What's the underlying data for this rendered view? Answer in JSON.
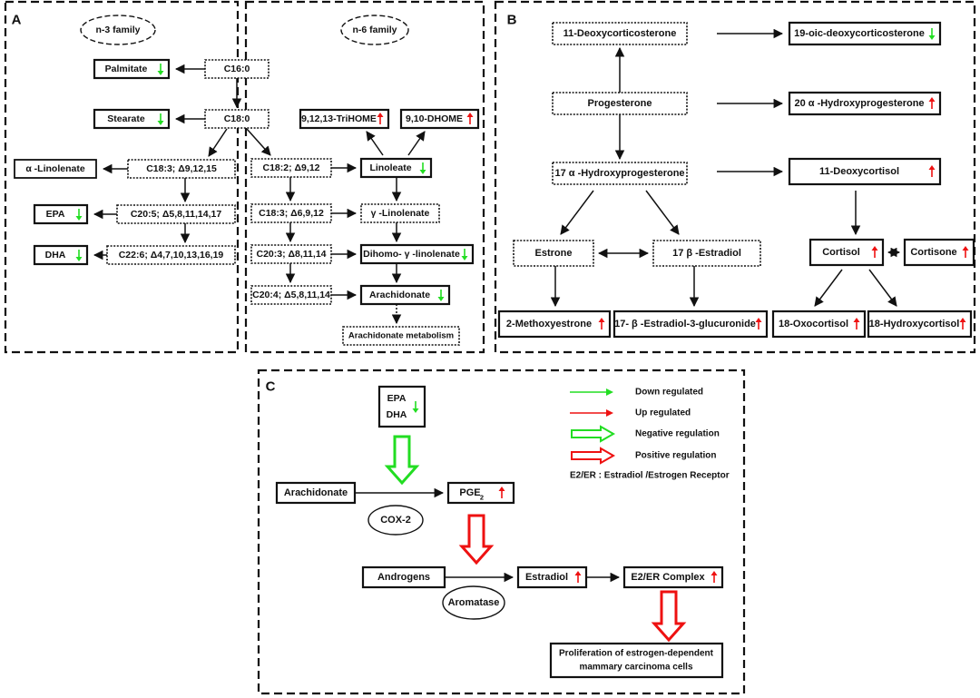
{
  "colors": {
    "down": "#22dd22",
    "up": "#ee1111",
    "line": "#111111"
  },
  "panels": {
    "a": {
      "label": "A",
      "n3_family": "n-3 family",
      "n6_family": "n-6 family"
    },
    "b": {
      "label": "B"
    },
    "c": {
      "label": "C"
    }
  },
  "panel_a": {
    "palmitate": {
      "text": "Palmitate",
      "mark": "down"
    },
    "stearate": {
      "text": "Stearate",
      "mark": "down"
    },
    "c16": {
      "text": "C16:0"
    },
    "c18": {
      "text": "C18:0"
    },
    "alpha_linolenate": {
      "text": "α -Linolenate"
    },
    "c183_n3": {
      "text": "C18:3; Δ9,12,15"
    },
    "epa": {
      "text": "EPA",
      "mark": "down"
    },
    "c205": {
      "text": "C20:5; Δ5,8,11,14,17"
    },
    "dha": {
      "text": "DHA",
      "mark": "down"
    },
    "c226": {
      "text": "C22:6; Δ4,7,10,13,16,19"
    },
    "trihome": {
      "text": "9,12,13-TriHOME",
      "mark": "up"
    },
    "dhome": {
      "text": "9,10-DHOME",
      "mark": "up"
    },
    "c182": {
      "text": "C18:2; Δ9,12"
    },
    "linoleate": {
      "text": "Linoleate",
      "mark": "down"
    },
    "c183_n6": {
      "text": "C18:3; Δ6,9,12"
    },
    "gamma_linolenate": {
      "text": "γ -Linolenate"
    },
    "c203": {
      "text": "C20:3; Δ8,11,14"
    },
    "dihomo": {
      "text": "Dihomo- γ -linolenate",
      "mark": "down"
    },
    "c204": {
      "text": "C20:4; Δ5,8,11,14"
    },
    "arachidonate": {
      "text": "Arachidonate",
      "mark": "down"
    },
    "arach_metab": {
      "text": "Arachidonate metabolism"
    }
  },
  "panel_b": {
    "deoxycorticosterone": {
      "text": "11-Deoxycorticosterone"
    },
    "oic": {
      "text": "19-oic-deoxycorticosterone",
      "mark": "down"
    },
    "progesterone": {
      "text": "Progesterone"
    },
    "hydroxyprog20": {
      "text": "20 α -Hydroxyprogesterone",
      "mark": "up"
    },
    "hydroxyprog17": {
      "text": "17 α -Hydroxyprogesterone"
    },
    "deoxycortisol": {
      "text": "11-Deoxycortisol",
      "mark": "up"
    },
    "estrone": {
      "text": "Estrone"
    },
    "estradiol17b": {
      "text": "17 β -Estradiol"
    },
    "cortisol": {
      "text": "Cortisol",
      "mark": "up"
    },
    "cortisone": {
      "text": "Cortisone",
      "mark": "up"
    },
    "methoxyestrone": {
      "text": "2-Methoxyestrone",
      "mark": "up"
    },
    "glucuronide": {
      "text": "17- β -Estradiol-3-glucuronide",
      "mark": "up"
    },
    "oxocortisol": {
      "text": "18-Oxocortisol",
      "mark": "up"
    },
    "hydroxycortisol": {
      "text": "18-Hydroxycortisol",
      "mark": "up"
    }
  },
  "panel_c": {
    "epa": {
      "text": "EPA"
    },
    "dha": {
      "text": "DHA"
    },
    "epa_dha_mark": "down",
    "arachidonate": {
      "text": "Arachidonate"
    },
    "pge2": {
      "text": "PGE",
      "sub": "2",
      "mark": "up"
    },
    "cox2": {
      "text": "COX-2"
    },
    "androgens": {
      "text": "Androgens"
    },
    "estradiol": {
      "text": "Estradiol",
      "mark": "up"
    },
    "e2er": {
      "text": "E2/ER Complex",
      "mark": "up"
    },
    "aromatase": {
      "text": "Aromatase"
    },
    "proliferation": {
      "line1": "Proliferation of estrogen-dependent",
      "line2": "mammary carcinoma cells"
    },
    "legend": {
      "down": "Down regulated",
      "up": "Up regulated",
      "negative": "Negative regulation",
      "positive": "Positive regulation",
      "e2er_def": "E2/ER : Estradiol /Estrogen Receptor"
    }
  }
}
